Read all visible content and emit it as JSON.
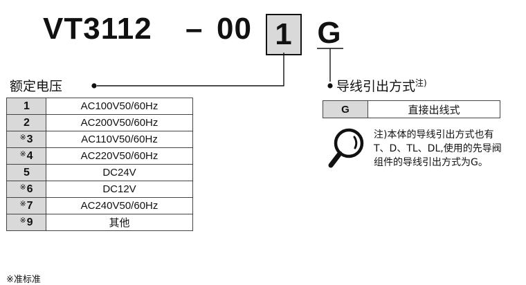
{
  "model": {
    "base": "VT3112",
    "dash": "–",
    "zeros": "00",
    "voltage_code": "1",
    "lead_code": "G"
  },
  "voltage_section": {
    "title": "额定电压",
    "rows": [
      {
        "mark": "",
        "code": "1",
        "value": "AC100V50/60Hz"
      },
      {
        "mark": "",
        "code": "2",
        "value": "AC200V50/60Hz"
      },
      {
        "mark": "※",
        "code": "3",
        "value": "AC110V50/60Hz"
      },
      {
        "mark": "※",
        "code": "4",
        "value": "AC220V50/60Hz"
      },
      {
        "mark": "",
        "code": "5",
        "value": "DC24V"
      },
      {
        "mark": "※",
        "code": "6",
        "value": "DC12V"
      },
      {
        "mark": "※",
        "code": "7",
        "value": "AC240V50/60Hz"
      },
      {
        "mark": "※",
        "code": "9",
        "value": "其他"
      }
    ]
  },
  "lead_section": {
    "title": "导线引出方式",
    "title_note": "注)",
    "rows": [
      {
        "code": "G",
        "value": "直接出线式"
      }
    ]
  },
  "note": {
    "icon": "magnifier-icon",
    "lines": [
      "注)本体的导线引出方式也有",
      "T、D、TL、DL,使用的先导阀",
      "组件的导线引出方式为G。"
    ]
  },
  "footnote": "※准标准"
}
